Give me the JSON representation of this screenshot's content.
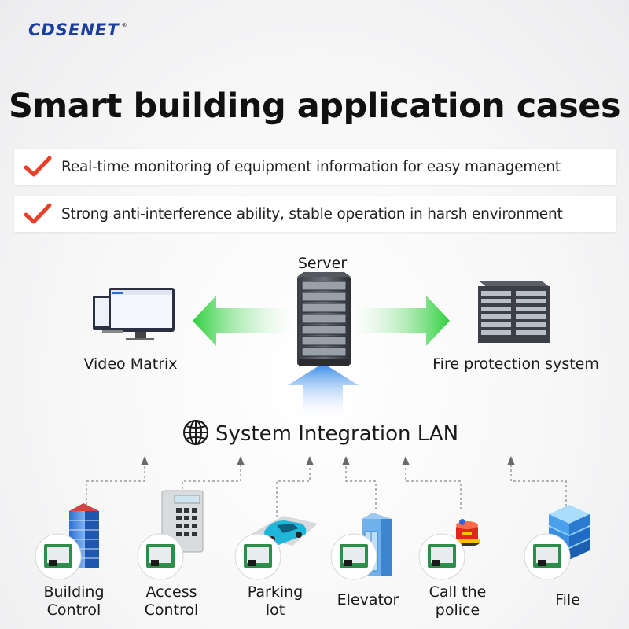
{
  "brand": {
    "name": "CDSENET",
    "mark": "®"
  },
  "title": "Smart building application cases",
  "features": [
    {
      "icon": "check-icon",
      "text": "Real-time monitoring of equipment information for easy management"
    },
    {
      "icon": "check-icon",
      "text": "Strong anti-interference ability, stable operation in harsh environment"
    }
  ],
  "diagram": {
    "server": "Server",
    "left_node": "Video Matrix",
    "right_node": "Fire protection system",
    "lan": {
      "icon": "globe-icon",
      "label": "System Integration LAN"
    },
    "devices": [
      {
        "icon": "office-building-icon",
        "line1": "Building",
        "line2": "Control"
      },
      {
        "icon": "keypad-lock-icon",
        "line1": "Access",
        "line2": "Control"
      },
      {
        "icon": "car-icon",
        "line1": "Parking",
        "line2": "lot"
      },
      {
        "icon": "elevator-icon",
        "line1": "Elevator",
        "line2": ""
      },
      {
        "icon": "alarm-light-icon",
        "line1": "Call the",
        "line2": "police"
      },
      {
        "icon": "database-icon",
        "line1": "File",
        "line2": ""
      }
    ]
  },
  "colors": {
    "accent_check": "#e8412a",
    "arrow_green": "#3fd14a",
    "arrow_blue": "#3a8ee6",
    "brand_blue": "#1c3f9e"
  }
}
